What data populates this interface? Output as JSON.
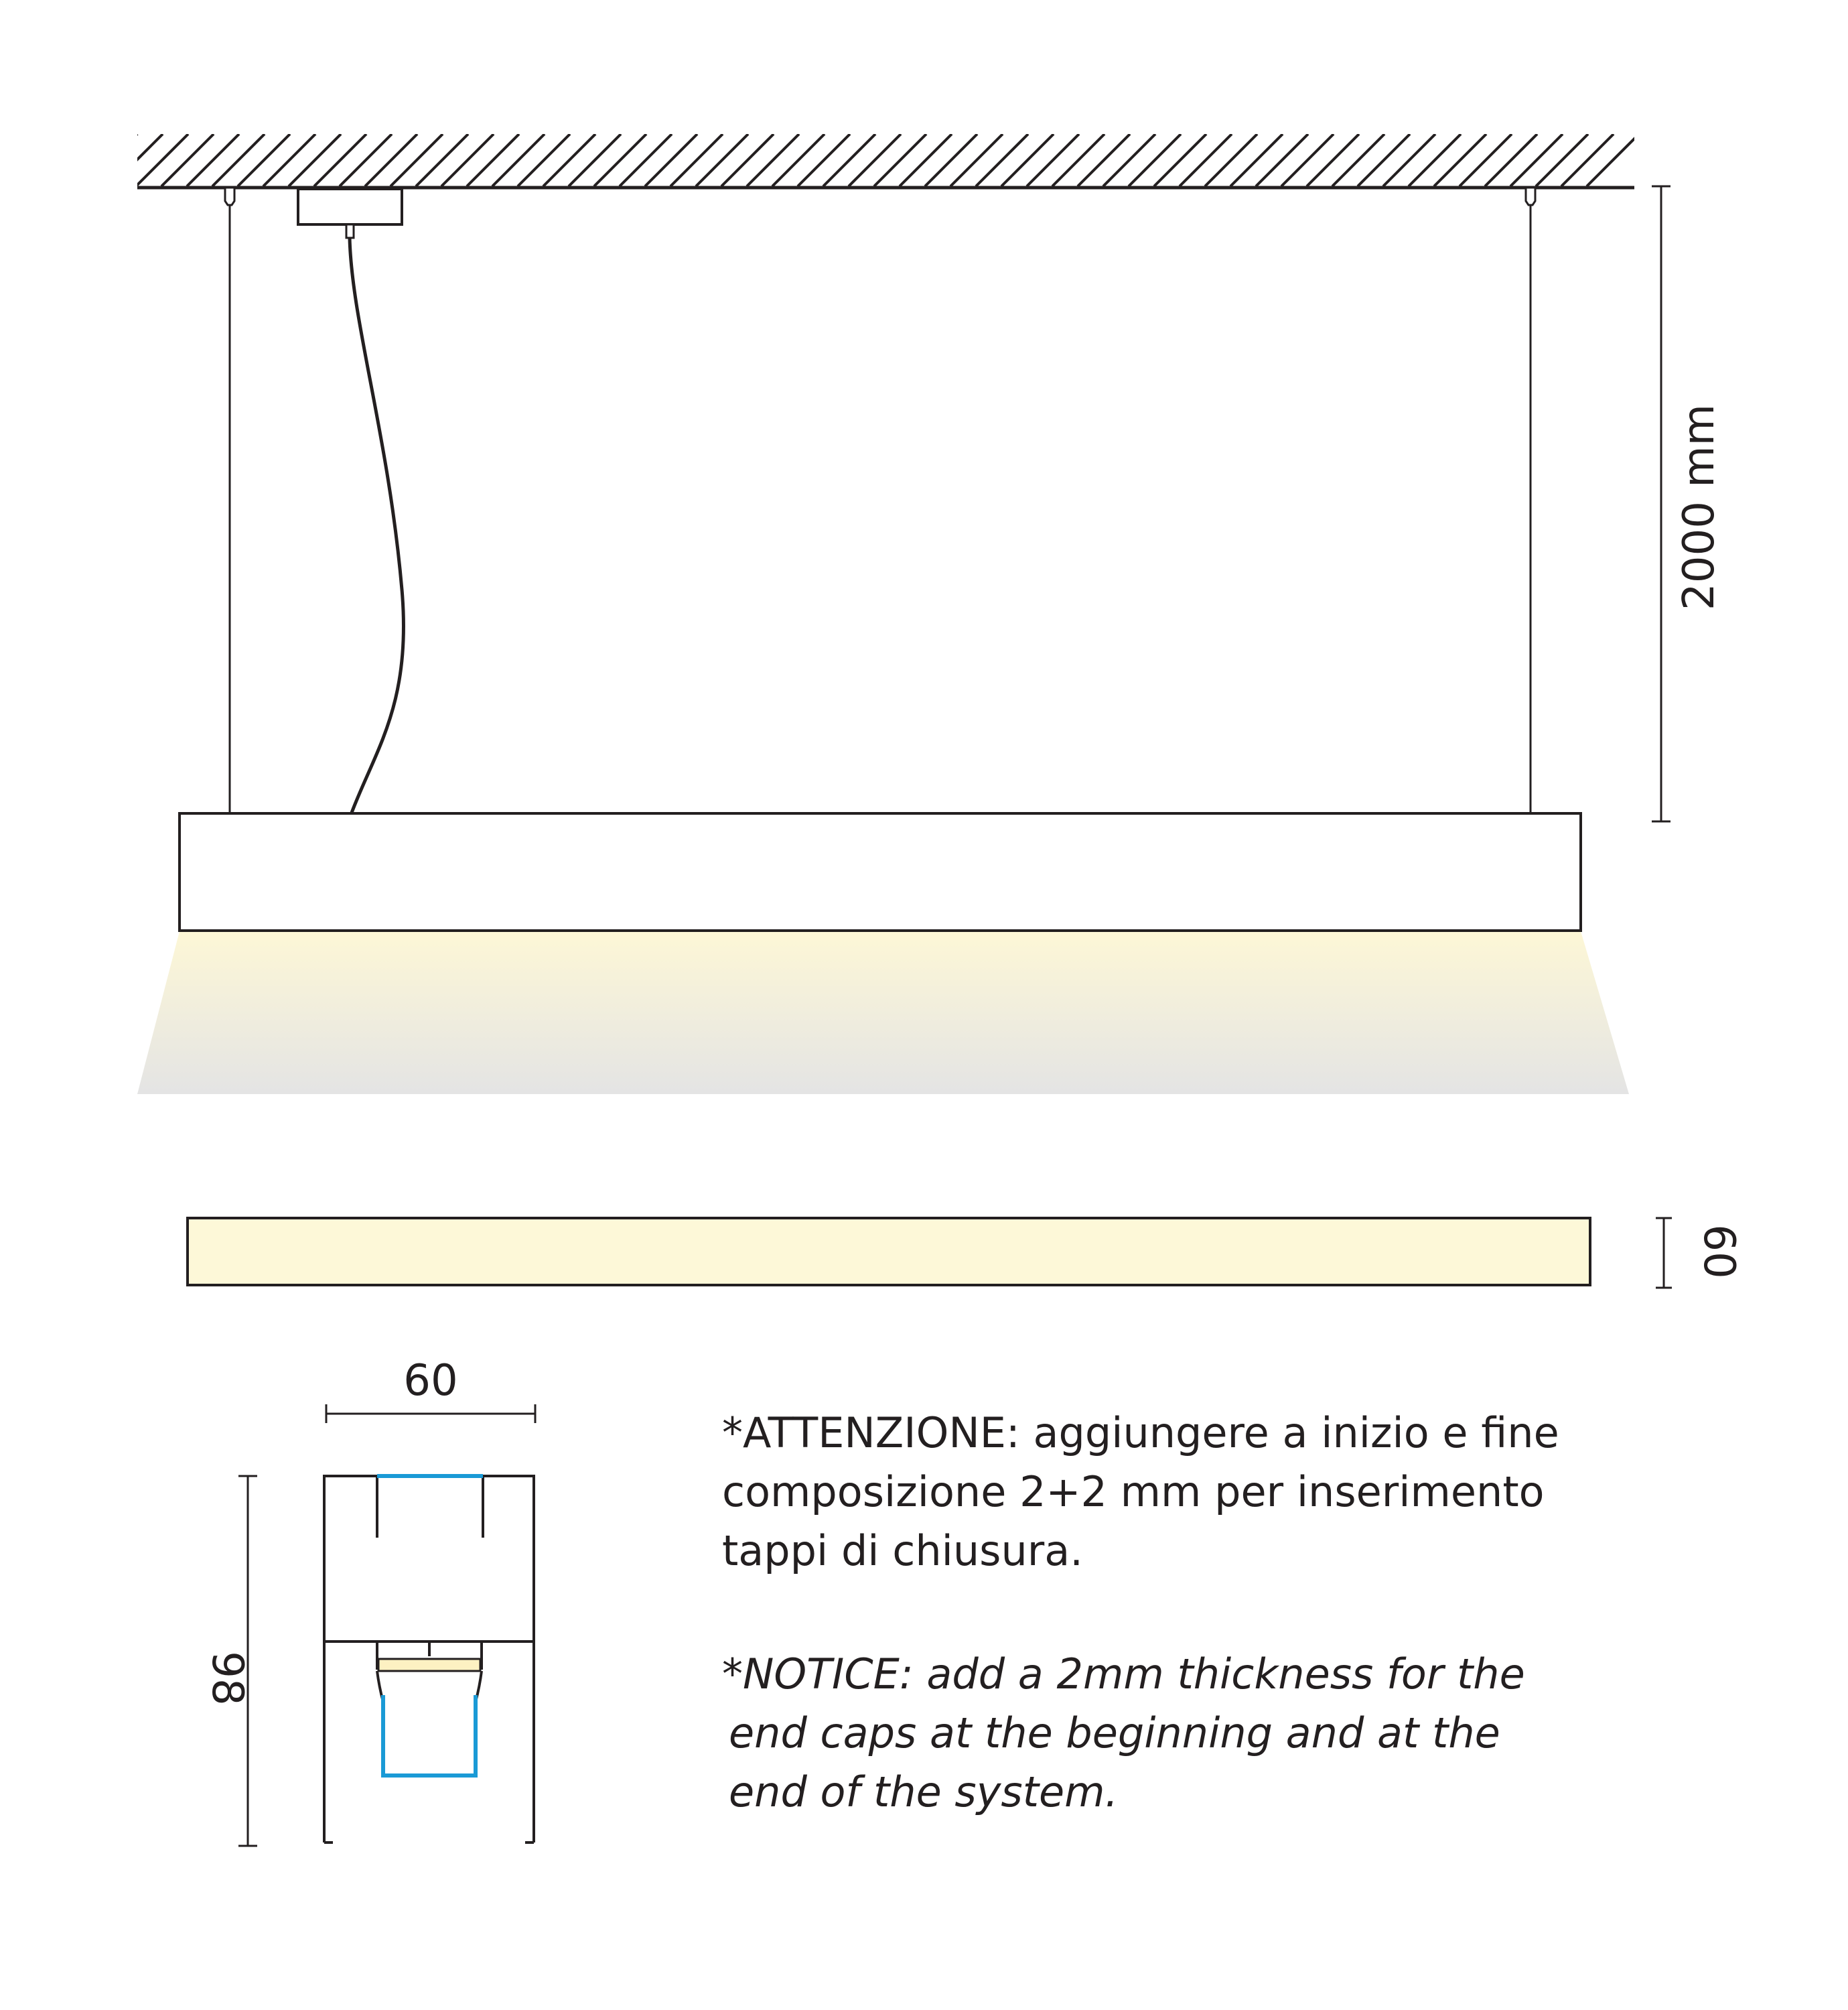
{
  "dimensions": {
    "suspension_height": "2000 mm",
    "profile_height": "60",
    "section_width": "60",
    "section_height": "98"
  },
  "notes": {
    "italian": [
      "*ATTENZIONE:  aggiungere a inizio e fine",
      "composizione 2+2 mm per inserimento",
      "tappi di chiusura."
    ],
    "english": [
      "*NOTICE: add a 2mm thickness for the",
      "end caps at the beginning and at the",
      "end of the system."
    ]
  },
  "colors": {
    "line": "#231f20",
    "light_warm": "#fdf7d6",
    "light_fade": "#e6e6e6",
    "diffuser": "#fdf8d8",
    "led_channel": "#1a9ad6"
  }
}
